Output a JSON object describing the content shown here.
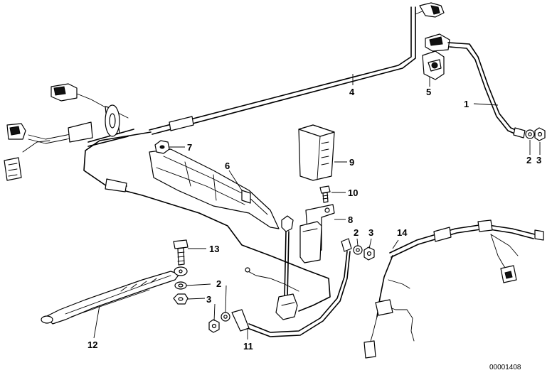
{
  "diagram": {
    "part_labels": [
      "1",
      "2",
      "3",
      "4",
      "5",
      "6",
      "7",
      "8",
      "9",
      "10",
      "11",
      "12",
      "13",
      "14"
    ],
    "label_2b": "2",
    "label_3b": "3",
    "label_2c": "2",
    "label_3c": "3",
    "reference_number": "00001408"
  }
}
